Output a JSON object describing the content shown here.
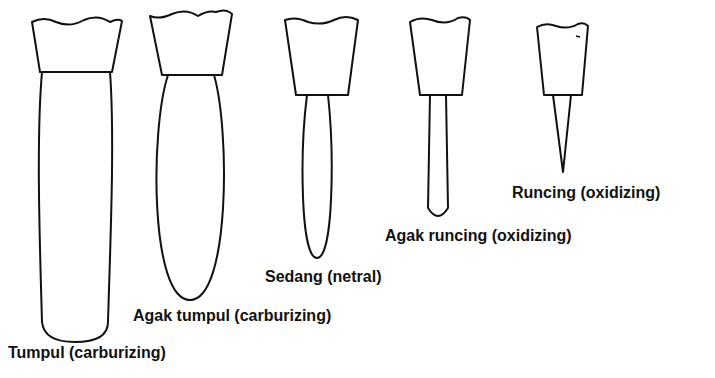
{
  "diagram": {
    "labels": [
      "Tumpul (carburizing)",
      "Agak tumpul (carburizing)",
      "Sedang (netral)",
      "Agak runcing (oxidizing)",
      "Runcing (oxidizing)"
    ]
  }
}
